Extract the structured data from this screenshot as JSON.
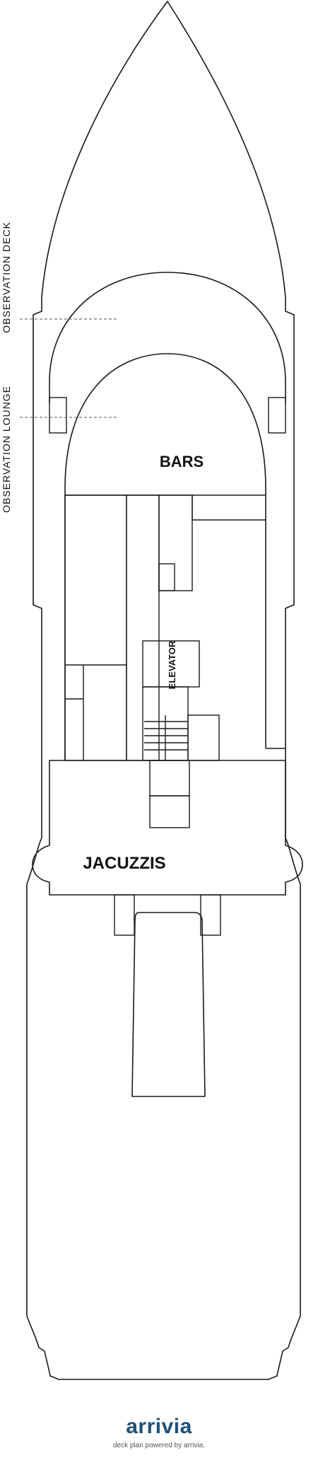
{
  "deck": {
    "labels": {
      "bars": "BARS",
      "elevator": "ELEVATOR",
      "jacuzzis": "JACUZZIS",
      "observation_deck": "OBSERVATION DECK",
      "observation_lounge": "OBSERVATION LOUNGE"
    }
  },
  "footer": {
    "brand": "arrivia",
    "powered_by": "deck plan powered by arrivia."
  },
  "colors": {
    "outline": "#1a1a1a",
    "brand": "#1e4f78"
  }
}
